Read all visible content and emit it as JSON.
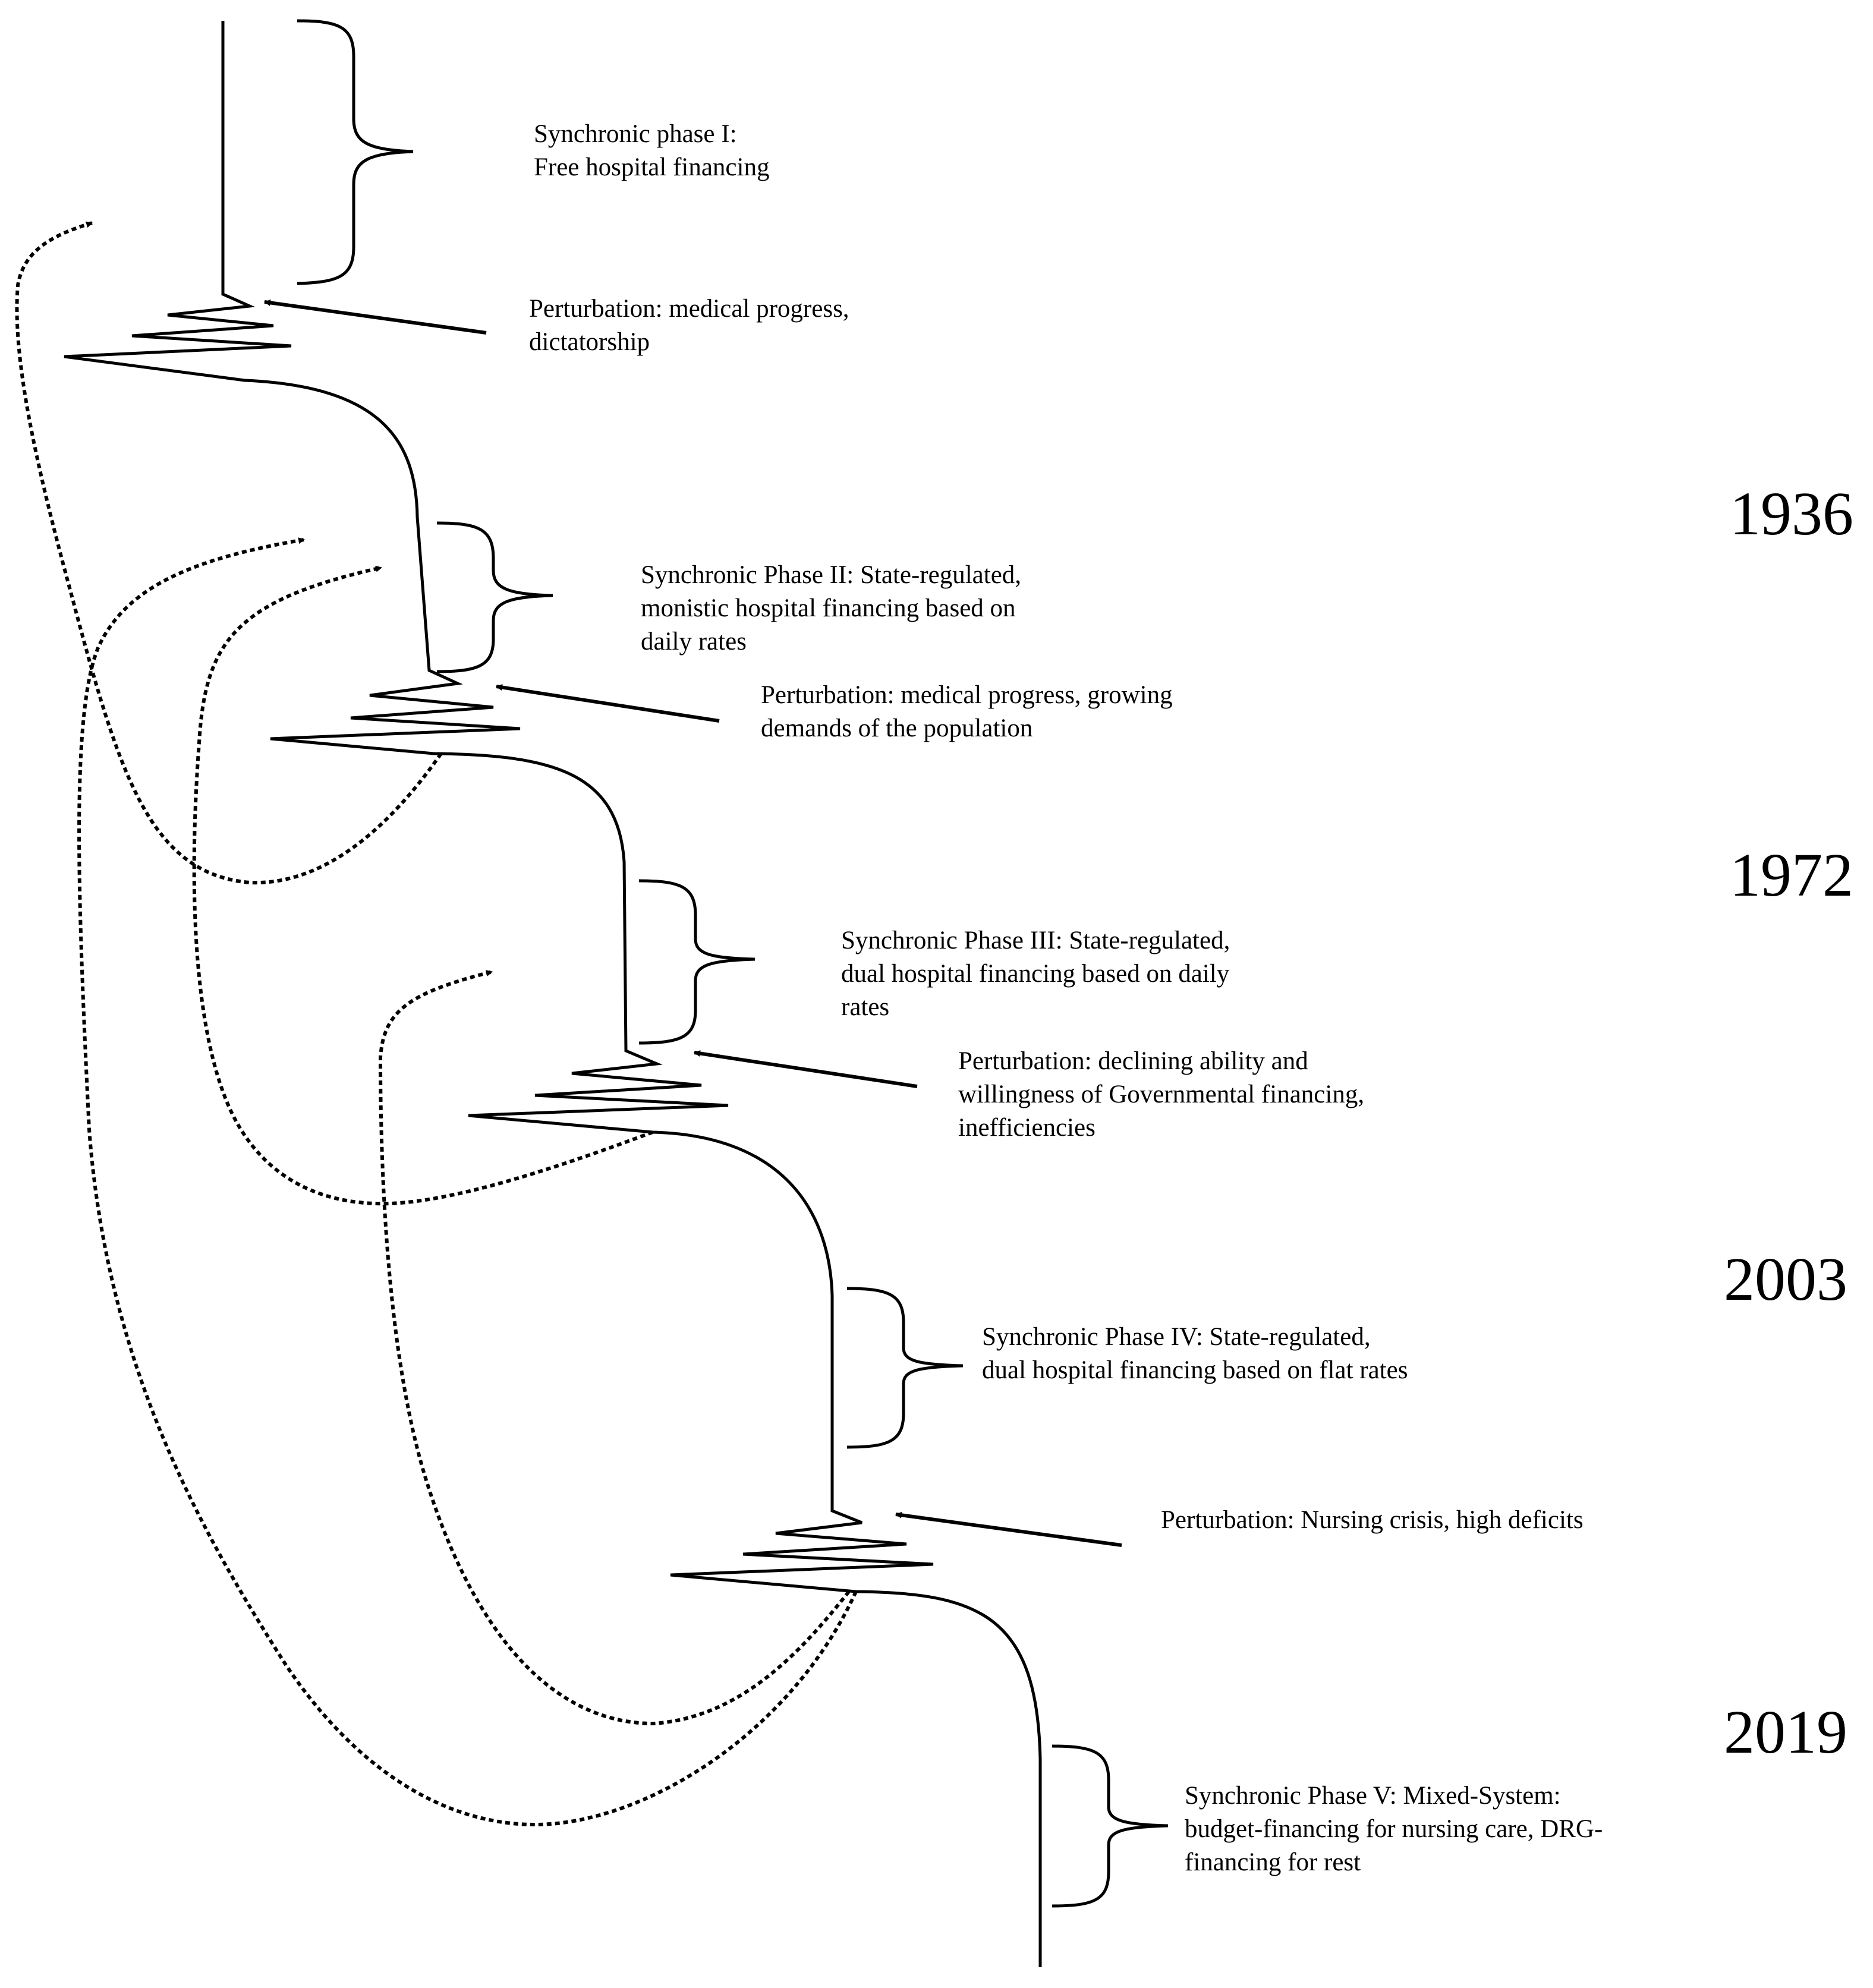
{
  "phases": [
    {
      "text": "Synchronic phase I:\nFree hospital financing"
    },
    {
      "text": "Synchronic Phase II: State-regulated,\nmonistic hospital financing based on\ndaily rates"
    },
    {
      "text": "Synchronic Phase III: State-regulated,\ndual hospital financing based on daily\nrates"
    },
    {
      "text": "Synchronic Phase IV: State-regulated,\ndual hospital financing based on flat rates"
    },
    {
      "text": "Synchronic Phase V: Mixed-System:\nbudget-financing for nursing care, DRG-\nfinancing for rest"
    }
  ],
  "perturbations": [
    {
      "text": "Perturbation: medical progress,\ndictatorship"
    },
    {
      "text": "Perturbation: medical progress, growing\ndemands of the population"
    },
    {
      "text": "Perturbation: declining ability and\nwillingness of Governmental financing,\ninefficiencies"
    },
    {
      "text": "Perturbation: Nursing crisis, high deficits"
    }
  ],
  "years": [
    "1936",
    "1972",
    "2003",
    "2019"
  ]
}
